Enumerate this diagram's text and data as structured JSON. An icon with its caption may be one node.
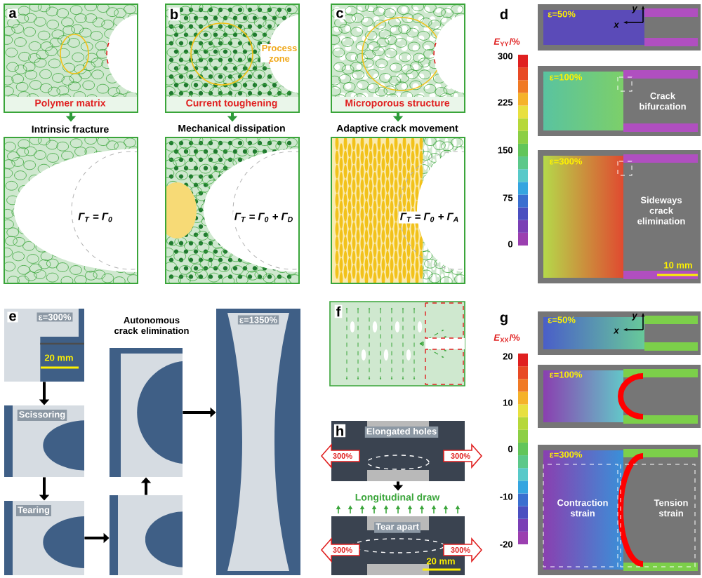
{
  "diagram": {
    "nodes": [
      {
        "text": [
          "a",
          "Polymer matrix"
        ]
      },
      {
        "text": [
          "Intrinsic fracture",
          "Γ$_{T}$ = Γ$_{0}$"
        ]
      },
      {
        "text": [
          "b",
          "Process zone",
          "Current toughening"
        ]
      },
      {
        "text": [
          "Mechanical dissipation",
          "Γ$_{T}$ = Γ$_{0}$ + Γ$_{D}$"
        ]
      },
      {
        "text": [
          "c",
          "Microporous structure"
        ]
      },
      {
        "text": [
          "Adaptive crack movement",
          "Γ$_{T}$ = Γ$_{0}$ + Γ$_{A}$"
        ]
      },
      {
        "text": [
          "e",
          "ε=300%",
          "20 mm"
        ]
      },
      {
        "text": [
          "Scissoring"
        ]
      },
      {
        "text": [
          "Tearing"
        ]
      },
      {
        "text": [],
        "shape": "picture"
      },
      {
        "text": [],
        "shape": "picture"
      },
      {
        "text": [
          "ε=1350%"
        ]
      },
      {
        "text": [
          "f"
        ]
      },
      {
        "text": [
          "h",
          "Elongated holes"
        ]
      },
      {
        "text": [
          "Longitudinal draw",
          "Tear apart",
          "20 mm"
        ]
      },
      {
        "text": [
          "ε=50%",
          "y",
          "x"
        ]
      },
      {
        "text": [
          "ε=100%",
          "Crack bifurcation"
        ]
      },
      {
        "text": [
          "ε=300%",
          "Sideways crack elimination",
          "10 mm"
        ]
      },
      {
        "text": [
          "ε=50%",
          "y",
          "x"
        ]
      },
      {
        "text": [
          "ε=100%"
        ]
      },
      {
        "text": [
          "ε=300%",
          "Contraction strain",
          "Tension strain"
        ]
      }
    ],
    "edges": [
      {
        "from": 0,
        "to": 1,
        "arrow": "to",
        "color": "#2e9b3a"
      },
      {
        "from": 2,
        "to": 3,
        "arrow": "to",
        "color": "#2e9b3a"
      },
      {
        "from": 4,
        "to": 5,
        "arrow": "to",
        "color": "#2e9b3a"
      },
      {
        "from": 6,
        "to": 7,
        "arrow": "to"
      },
      {
        "from": 7,
        "to": 8,
        "arrow": "to"
      },
      {
        "from": 8,
        "to": 10,
        "arrow": "to"
      },
      {
        "from": 10,
        "to": 9,
        "arrow": "to"
      },
      {
        "from": 9,
        "to": 11,
        "arrow": "to"
      },
      {
        "from": 13,
        "to": 14,
        "arrow": "to"
      }
    ],
    "labels": [
      "d",
      "*E*$_{YY}$/%",
      "300",
      "225",
      "150",
      "75",
      "0",
      "Autonomous crack elimination",
      "300%",
      "300%",
      "300%",
      "300%",
      "g",
      "*E*$_{XX}$/%",
      "20",
      "10",
      "0",
      "-10",
      "-20"
    ]
  }
}
